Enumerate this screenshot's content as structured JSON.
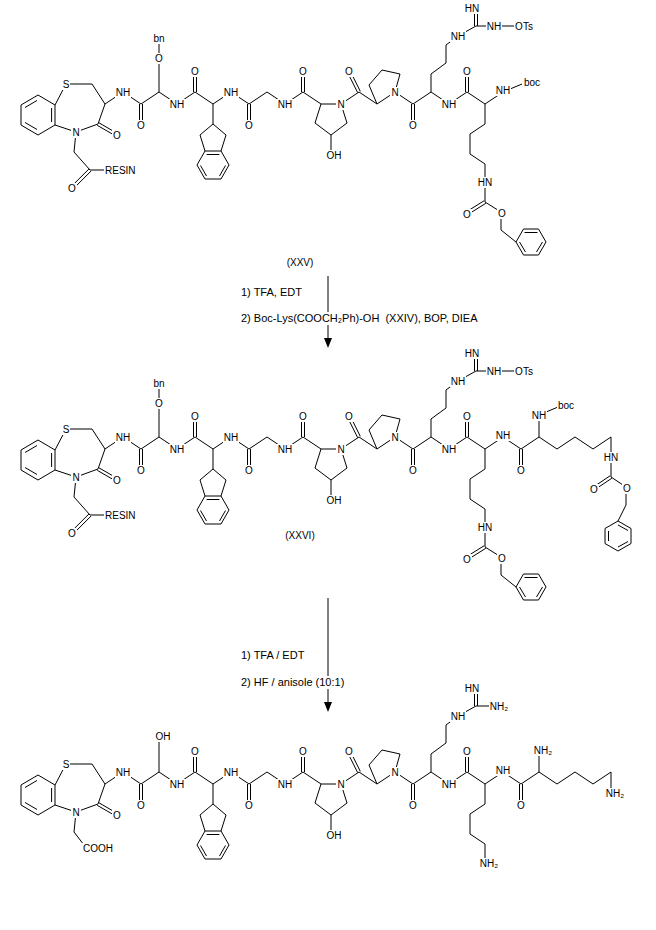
{
  "diagram": {
    "labels": [
      "S",
      "O",
      "N",
      "O",
      "RESIN",
      "NH",
      "O",
      "O",
      "bn",
      "NH",
      "O",
      "NH",
      "O",
      "NH",
      "O",
      "N",
      "OH",
      "O",
      "N",
      "O",
      "NH",
      "HN",
      "NH",
      "OTs",
      "NH",
      "O",
      "NH",
      "boc",
      "HN",
      "O",
      "O",
      "(XXV)",
      "1) TFA, EDT",
      "2) Boc-Lys(COOCH₂Ph)-OH  (XXIV), BOP, DIEA",
      "S",
      "O",
      "N",
      "O",
      "RESIN",
      "NH",
      "O",
      "O",
      "bn",
      "NH",
      "O",
      "NH",
      "O",
      "NH",
      "O",
      "N",
      "OH",
      "O",
      "N",
      "O",
      "NH",
      "HN",
      "NH",
      "OTs",
      "NH",
      "O",
      "NH",
      "O",
      "NH",
      "boc",
      "HN",
      "O",
      "O",
      "HN",
      "O",
      "O",
      "(XXVI)",
      "1) TFA / EDT",
      "2) HF / anisole (10:1)",
      "S",
      "O",
      "N",
      "COOH",
      "NH",
      "O",
      "OH",
      "NH",
      "O",
      "NH",
      "O",
      "NH",
      "O",
      "N",
      "OH",
      "O",
      "N",
      "O",
      "NH",
      "HN",
      "NH₂",
      "NH",
      "O",
      "NH",
      "O",
      "NH₂",
      "NH₂",
      "NH₂"
    ]
  }
}
